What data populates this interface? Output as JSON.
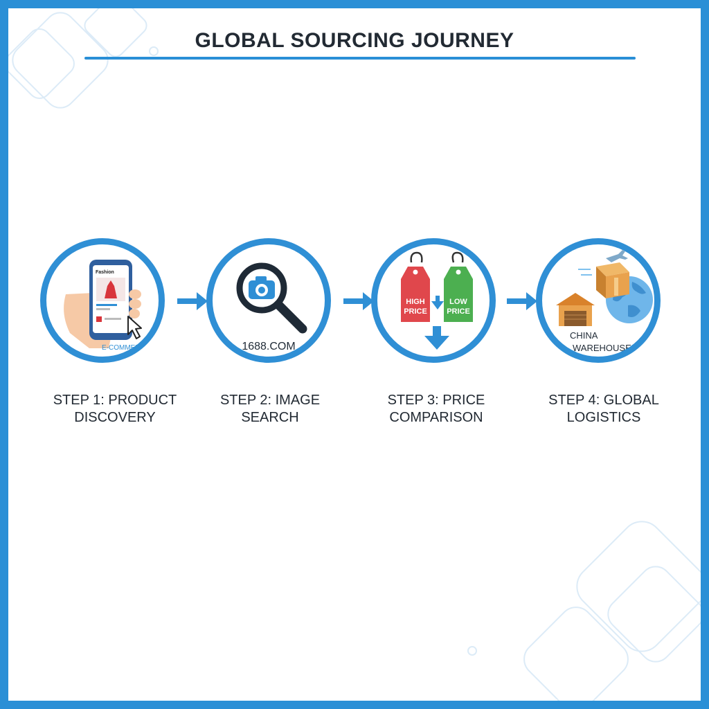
{
  "header": {
    "title": "GLOBAL SOURCING JOURNEY"
  },
  "colors": {
    "border": "#2a8fd6",
    "accent": "#2f8fd5",
    "text": "#222a33",
    "high_price_tag": "#e0474c",
    "low_price_tag": "#4caf50",
    "box": "#e9a24d"
  },
  "steps": [
    {
      "label": "STEP 1: PRODUCT\nDISCOVERY",
      "icon": "smartphone-shopping-icon",
      "caption": "E-COMMERCE",
      "screen_text": "Fashion"
    },
    {
      "label": "STEP 2: IMAGE\nSEARCH",
      "icon": "camera-magnifier-icon",
      "caption": "1688.COM"
    },
    {
      "label": "STEP 3: PRICE\nCOMPARISON",
      "icon": "price-tags-icon",
      "tag_high_line1": "HIGH",
      "tag_high_line2": "PRICE",
      "tag_low_line1": "LOW",
      "tag_low_line2": "PRICE"
    },
    {
      "label": "STEP 4: GLOBAL\nLOGISTICS",
      "icon": "warehouse-globe-icon",
      "caption_line1": "CHINA",
      "caption_line2": "WAREHOUSE"
    }
  ]
}
